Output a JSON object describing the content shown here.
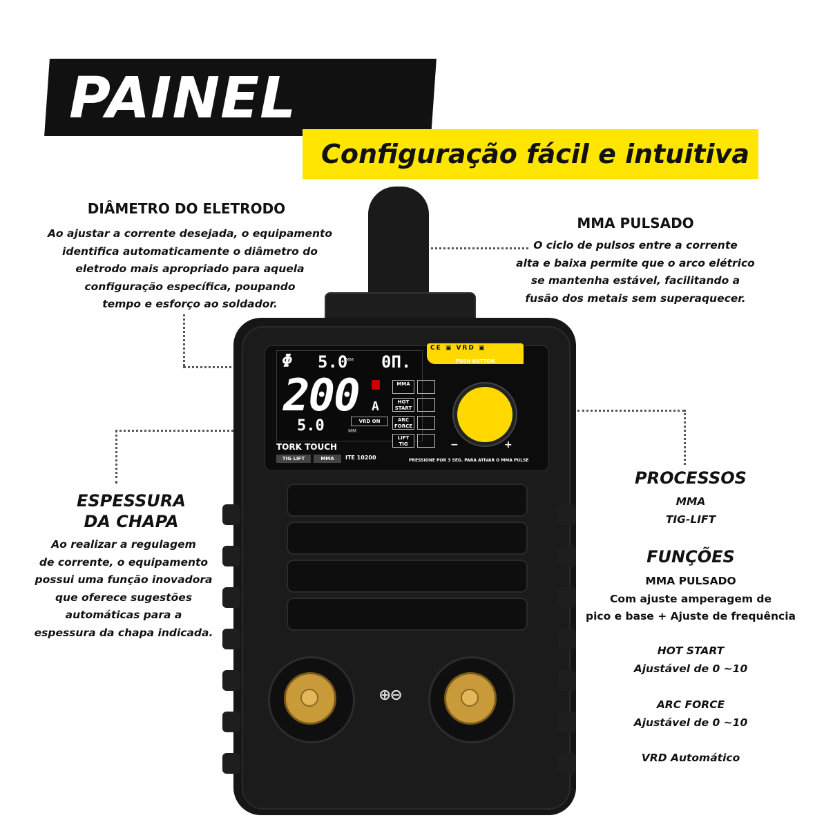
{
  "header": {
    "title": "PAINEL LED",
    "subtitle": "Configuração fácil e intuitiva"
  },
  "callouts": {
    "diametro": {
      "title": "DIÂMETRO DO ELETRODO",
      "lines": [
        "Ao ajustar a corrente desejada, o equipamento",
        "identifica automaticamente o diâmetro do",
        "eletrodo mais apropriado para aquela",
        "configuração específica, poupando",
        "tempo e esforço ao soldador."
      ]
    },
    "mma_pulsado": {
      "title": "MMA PULSADO",
      "lines": [
        "O ciclo de pulsos entre a corrente",
        "alta e baixa permite que o arco elétrico",
        "se mantenha estável, facilitando a",
        "fusão dos metais sem superaquecer."
      ]
    },
    "espessura": {
      "title_line1": "ESPESSURA",
      "title_line2": "DA CHAPA",
      "lines": [
        "Ao realizar a regulagem",
        "de corrente, o equipamento",
        "possui uma função inovadora",
        "que oferece sugestões",
        "automáticas para a",
        "espessura da chapa indicada."
      ]
    },
    "processos": {
      "title": "PROCESSOS",
      "items": [
        "MMA",
        "TIG-LIFT"
      ]
    },
    "funcoes": {
      "title": "FUNÇÕES",
      "mma_title": "MMA PULSADO",
      "mma_line1": "Com ajuste amperagem de",
      "mma_line2": "pico e base + Ajuste de frequência",
      "hot_title": "HOT START",
      "hot_desc": "Ajustável de 0 ~10",
      "arc_title": "ARC FORCE",
      "arc_desc": "Ajustável de 0 ~10",
      "vrd": "VRD Automático"
    }
  },
  "machine": {
    "lcd": {
      "phi": "Φ",
      "diameter": "5.0",
      "mm": "MM",
      "mode": "0П.",
      "current": "200",
      "unit": "A",
      "thickness": "5.0",
      "vrd": "VRD ON"
    },
    "modes": [
      "MMA",
      "HOT START",
      "ARC FORCE",
      "LIFT TIG"
    ],
    "certs": "CE ▣ VRD ▣",
    "push_button": "PUSH BUTTON",
    "minus": "−",
    "plus": "+",
    "brand": "TORK TOUCH",
    "tig_lift": "TIG LIFT",
    "mma": "MMA",
    "model": "ITE 10200",
    "pulse_note": "PRESSIONE POR 3 SEG. PARA ATIVAR O MMA PULSE",
    "polarity": "⊕⊖"
  },
  "colors": {
    "accent_yellow": "#ffe600",
    "banner_black": "#111111",
    "machine_body": "#161616",
    "brass": "#c99a3a"
  }
}
